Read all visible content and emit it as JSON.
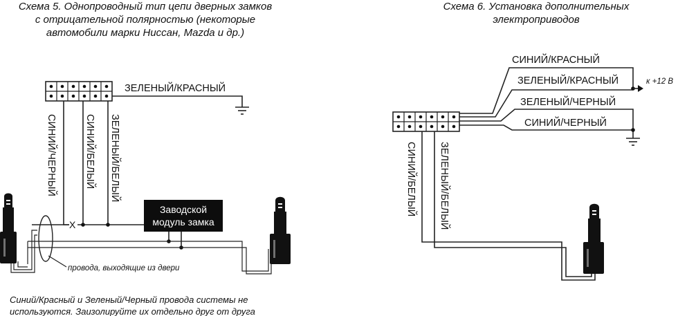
{
  "diagram5": {
    "caption": [
      "Схема 5. Однопроводный тип цепи дверных замков",
      "с отрицательной полярностью (некоторые",
      "автомобили марки Ниссан, Mazda и др.)"
    ],
    "wire_green_red": "ЗЕЛЕНЫЙ/КРАСНЫЙ",
    "wire_blue_black": "СИНИЙ/ЧЕРНЫЙ",
    "wire_blue_white": "СИНИЙ/БЕЛЫЙ",
    "wire_green_white": "ЗЕЛЕНЫЙ/БЕЛЫЙ",
    "module_label": [
      "Заводской",
      "модуль замка"
    ],
    "cut_mark": "X",
    "door_wires_note": "провода, выходящие из двери",
    "bottom_note": [
      "Синий/Красный и Зеленый/Черный провода системы не",
      "используются. Заизолируйте их отдельно друг от друга"
    ]
  },
  "diagram6": {
    "caption": [
      "Схема 6. Установка дополнительных",
      "электроприводов"
    ],
    "wire_blue_red": "СИНИЙ/КРАСНЫЙ",
    "wire_green_red": "ЗЕЛЕНЫЙ/КРАСНЫЙ",
    "wire_green_black": "ЗЕЛЕНЫЙ/ЧЕРНЫЙ",
    "wire_blue_black": "СИНИЙ/ЧЕРНЫЙ",
    "plus12": "к +12 В",
    "wire_blue_white": "СИНИЙ/БЕЛЫЙ",
    "wire_green_white": "ЗЕЛЕНЫЙ/БЕЛЫЙ"
  }
}
